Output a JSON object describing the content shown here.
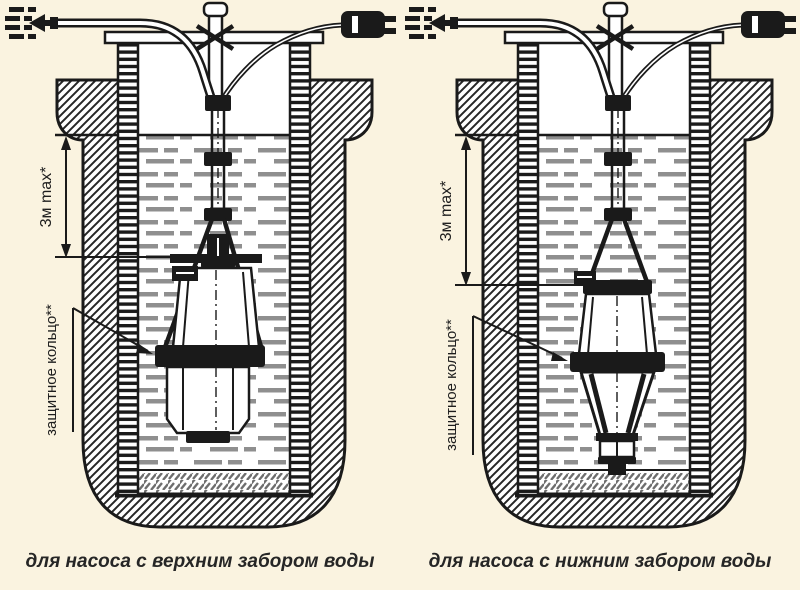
{
  "figure": {
    "background_color": "#faf3e0",
    "line_color": "#1a1a1a",
    "water_dash_color": "#8f8f8f",
    "caption_color": "#262626"
  },
  "diagrams": [
    {
      "id": "top-intake",
      "caption": "для насоса с верхним забором воды",
      "depth_label": "3м max*",
      "ring_label": "защитное кольцо**"
    },
    {
      "id": "bottom-intake",
      "caption": "для насоса с нижним забором воды",
      "depth_label": "3м max*",
      "ring_label": "защитное кольцо**"
    }
  ],
  "icons": {
    "water_outlet_arrow": "left-arrow-with-spray-dashes",
    "power_plug": "electric-plug-two-prongs",
    "depth_arrow": "double-headed-vertical-dimension-arrow",
    "ring_pointer": "diagonal-leader-arrow"
  }
}
